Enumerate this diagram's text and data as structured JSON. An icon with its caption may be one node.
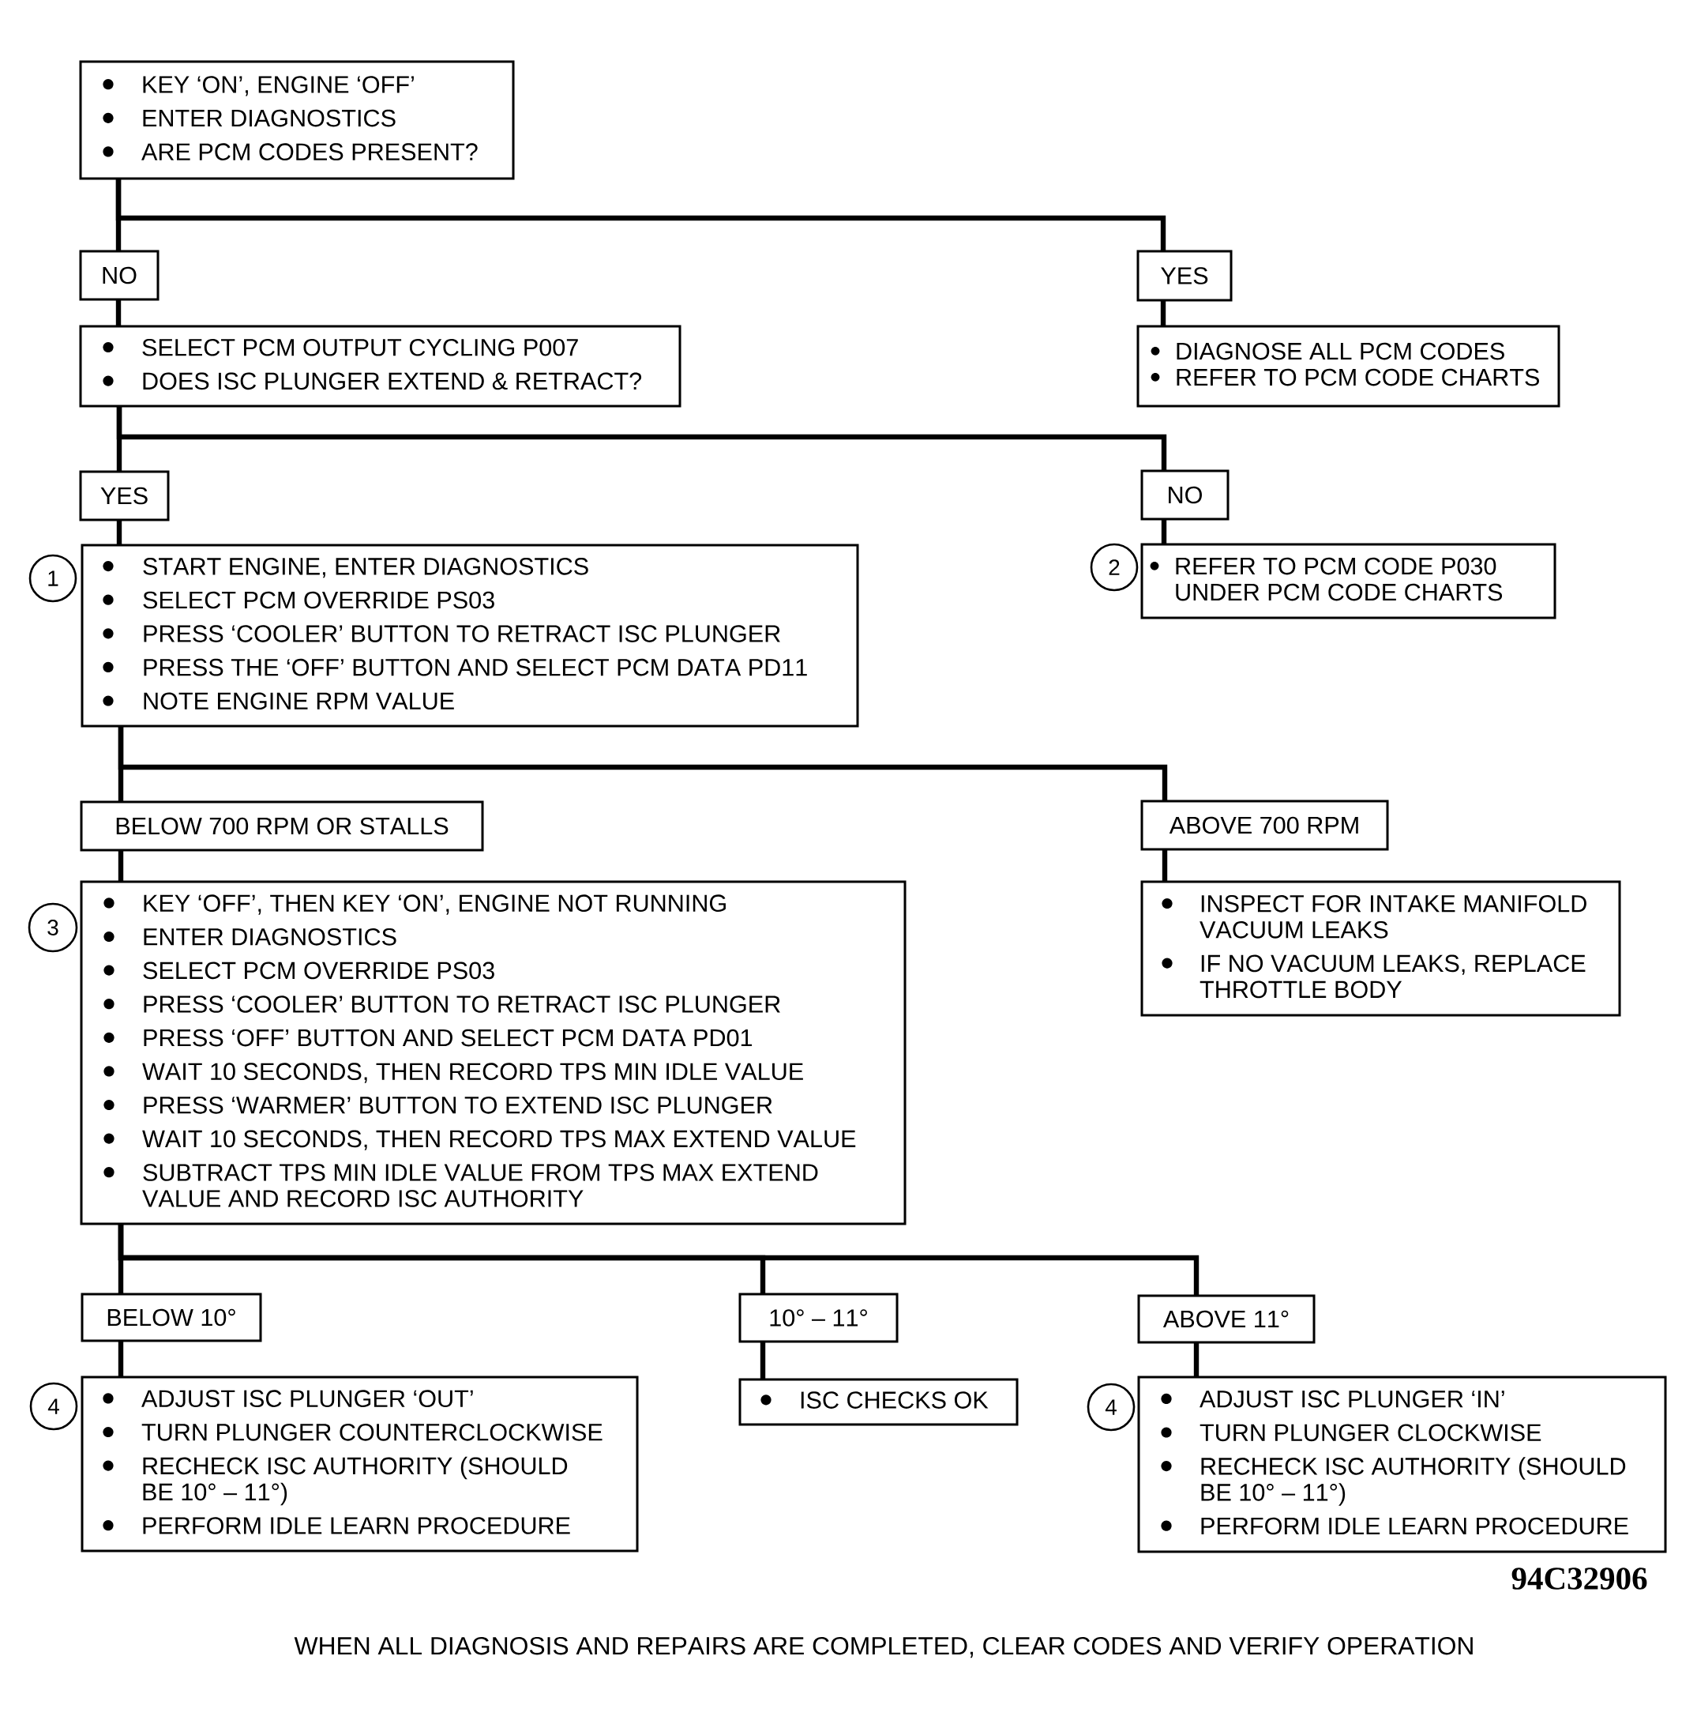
{
  "diagram": {
    "nodes": [
      {
        "text": [
          "KEY ‘ON’, ENGINE ‘OFF’",
          "ENTER DIAGNOSTICS",
          "ARE PCM CODES PRESENT?"
        ]
      },
      {
        "text": [
          "NO"
        ]
      },
      {
        "text": [
          "YES"
        ]
      },
      {
        "text": [
          "SELECT PCM OUTPUT CYCLING P007",
          "DOES ISC PLUNGER EXTEND & RETRACT?"
        ]
      },
      {
        "text": [
          "DIAGNOSE ALL PCM CODES",
          "REFER TO PCM CODE CHARTS"
        ]
      },
      {
        "text": [
          "YES"
        ]
      },
      {
        "text": [
          "NO"
        ]
      },
      {
        "text": [
          "START ENGINE, ENTER DIAGNOSTICS",
          "SELECT PCM OVERRIDE PS03",
          "PRESS ‘COOLER’ BUTTON TO RETRACT ISC PLUNGER",
          "PRESS THE ‘OFF’ BUTTON AND SELECT PCM DATA PD11",
          "NOTE ENGINE RPM VALUE"
        ],
        "beside": [
          "1"
        ]
      },
      {
        "text": [
          "REFER TO PCM CODE P030 UNDER PCM CODE CHARTS"
        ],
        "beside": [
          "2"
        ]
      },
      {
        "text": [
          "BELOW 700 RPM OR STALLS"
        ]
      },
      {
        "text": [
          "ABOVE 700 RPM"
        ]
      },
      {
        "text": [
          "KEY ‘OFF’, THEN KEY ‘ON’, ENGINE NOT RUNNING",
          "ENTER DIAGNOSTICS",
          "SELECT PCM OVERRIDE PS03",
          "PRESS ‘COOLER’ BUTTON TO RETRACT ISC PLUNGER",
          "PRESS ‘OFF’ BUTTON AND SELECT PCM DATA PD01",
          "WAIT 10 SECONDS, THEN RECORD TPS MIN IDLE VALUE",
          "PRESS ‘WARMER’ BUTTON TO EXTEND ISC PLUNGER",
          "WAIT 10 SECONDS, THEN RECORD TPS MAX EXTEND VALUE",
          "SUBTRACT TPS MIN IDLE VALUE FROM TPS MAX EXTEND VALUE AND RECORD ISC AUTHORITY"
        ],
        "beside": [
          "3"
        ]
      },
      {
        "text": [
          "INSPECT FOR INTAKE MANIFOLD VACUUM LEAKS",
          "IF NO VACUUM LEAKS, REPLACE THROTTLE BODY"
        ]
      },
      {
        "text": [
          "BELOW 10°"
        ]
      },
      {
        "text": [
          "10° – 11°"
        ]
      },
      {
        "text": [
          "ABOVE 11°"
        ]
      },
      {
        "text": [
          "ADJUST ISC PLUNGER ‘OUT’",
          "TURN PLUNGER COUNTERCLOCKWISE",
          "RECHECK ISC AUTHORITY (SHOULD BE 10° – 11°)",
          "PERFORM IDLE LEARN PROCEDURE"
        ],
        "beside": [
          "4"
        ]
      },
      {
        "text": [
          "ISC CHECKS OK"
        ]
      },
      {
        "text": [
          "ADJUST ISC PLUNGER ‘IN’",
          "TURN PLUNGER CLOCKWISE",
          "RECHECK ISC AUTHORITY (SHOULD BE 10° – 11°)",
          "PERFORM IDLE LEARN PROCEDURE"
        ],
        "beside": [
          "4"
        ]
      }
    ],
    "edges": [
      {
        "from": 0,
        "to": 1,
        "arrow": "none"
      },
      {
        "from": 0,
        "to": 2,
        "arrow": "none"
      },
      {
        "from": 1,
        "to": 3,
        "arrow": "none"
      },
      {
        "from": 2,
        "to": 4,
        "arrow": "none"
      },
      {
        "from": 3,
        "to": 5,
        "arrow": "none"
      },
      {
        "from": 3,
        "to": 6,
        "arrow": "none"
      },
      {
        "from": 5,
        "to": 7,
        "arrow": "none"
      },
      {
        "from": 6,
        "to": 8,
        "arrow": "none"
      },
      {
        "from": 7,
        "to": 9,
        "arrow": "none"
      },
      {
        "from": 7,
        "to": 10,
        "arrow": "none"
      },
      {
        "from": 9,
        "to": 11,
        "arrow": "none"
      },
      {
        "from": 10,
        "to": 12,
        "arrow": "none"
      },
      {
        "from": 11,
        "to": 13,
        "arrow": "none"
      },
      {
        "from": 11,
        "to": 14,
        "arrow": "none"
      },
      {
        "from": 11,
        "to": 15,
        "arrow": "none"
      },
      {
        "from": 13,
        "to": 16,
        "arrow": "none"
      },
      {
        "from": 14,
        "to": 17,
        "arrow": "none"
      },
      {
        "from": 15,
        "to": 18,
        "arrow": "none"
      }
    ],
    "labels": [
      "94C32906",
      "WHEN ALL DIAGNOSIS AND REPAIRS ARE COMPLETED, CLEAR CODES AND VERIFY OPERATION"
    ]
  }
}
